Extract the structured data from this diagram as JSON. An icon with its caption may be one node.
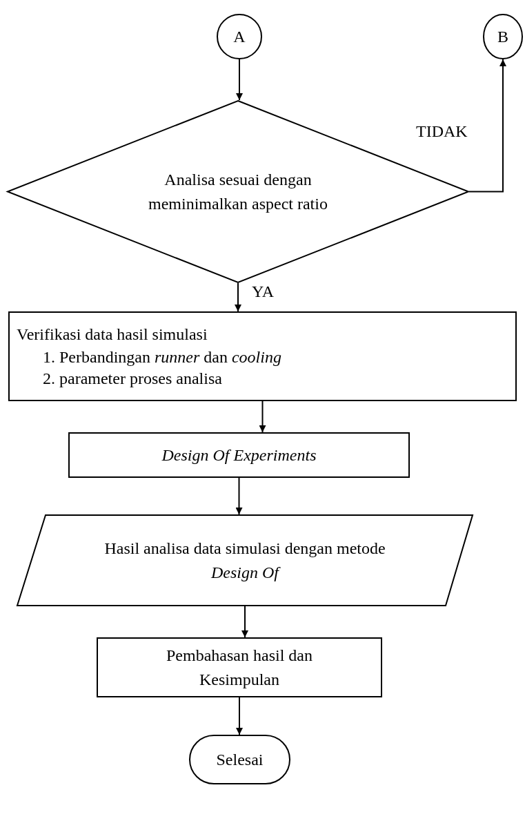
{
  "diagram": {
    "nodes": [
      {
        "text": [
          "A"
        ]
      },
      {
        "text": [
          "B"
        ]
      },
      {
        "text": [
          "Analisa sesuai dengan meminimalkan aspect ratio"
        ]
      },
      {
        "text": [
          "Verifikasi data hasil simulasi",
          "1. Perbandingan *runner* dan *cooling*",
          "2. parameter proses analisa"
        ]
      },
      {
        "text": [
          "Design Of Experiments"
        ]
      },
      {
        "text": [
          "Hasil analisa data simulasi dengan metode *Design Of*"
        ]
      },
      {
        "text": [
          "Pembahasan hasil dan Kesimpulan"
        ]
      },
      {
        "text": [
          "Selesai"
        ]
      }
    ],
    "edges": [
      {
        "from": 0,
        "to": 2,
        "arrow": "to"
      },
      {
        "from": 2,
        "to": 1,
        "arrow": "to",
        "label": "TIDAK"
      },
      {
        "from": 2,
        "to": 3,
        "arrow": "to",
        "label": "YA"
      },
      {
        "from": 3,
        "to": 4,
        "arrow": "to"
      },
      {
        "from": 4,
        "to": 5,
        "arrow": "to"
      },
      {
        "from": 5,
        "to": 6,
        "arrow": "to"
      },
      {
        "from": 6,
        "to": 7,
        "arrow": "to"
      }
    ]
  }
}
